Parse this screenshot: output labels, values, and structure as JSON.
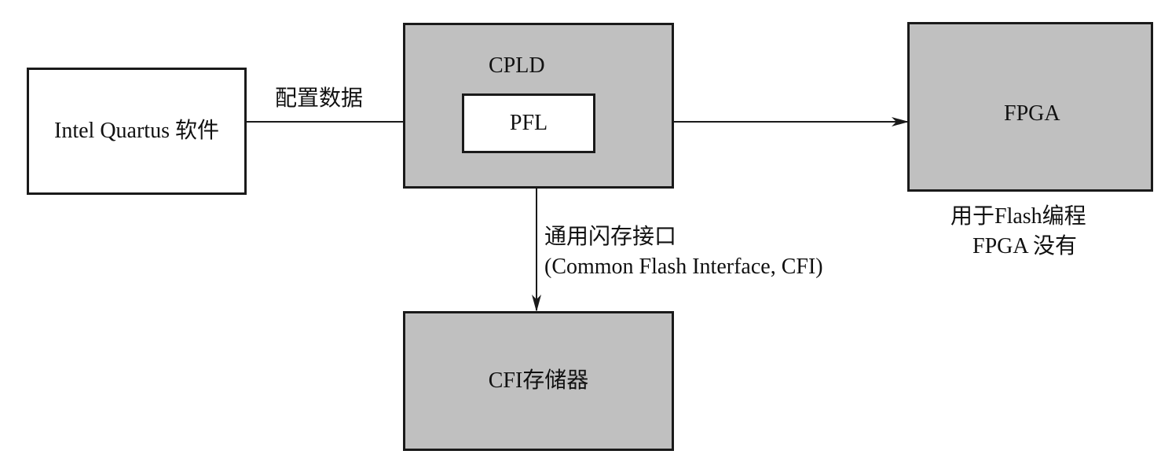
{
  "nodes": {
    "software": {
      "label": "Intel Quartus 软件"
    },
    "cpld": {
      "label": "CPLD"
    },
    "pfl": {
      "label": "PFL"
    },
    "fpga": {
      "label": "FPGA"
    },
    "cfi_memory": {
      "label": "CFI存储器"
    }
  },
  "edges": {
    "config_data": {
      "label": "配置数据"
    },
    "cfi_interface": {
      "label_line1": "通用闪存接口",
      "label_line2": "(Common Flash Interface, CFI)"
    }
  },
  "notes": {
    "fpga_note_line1": "用于Flash编程",
    "fpga_note_line2": "FPGA 没有"
  },
  "colors": {
    "box_fill": "#c0c0c0",
    "line": "#1a1a1a"
  }
}
